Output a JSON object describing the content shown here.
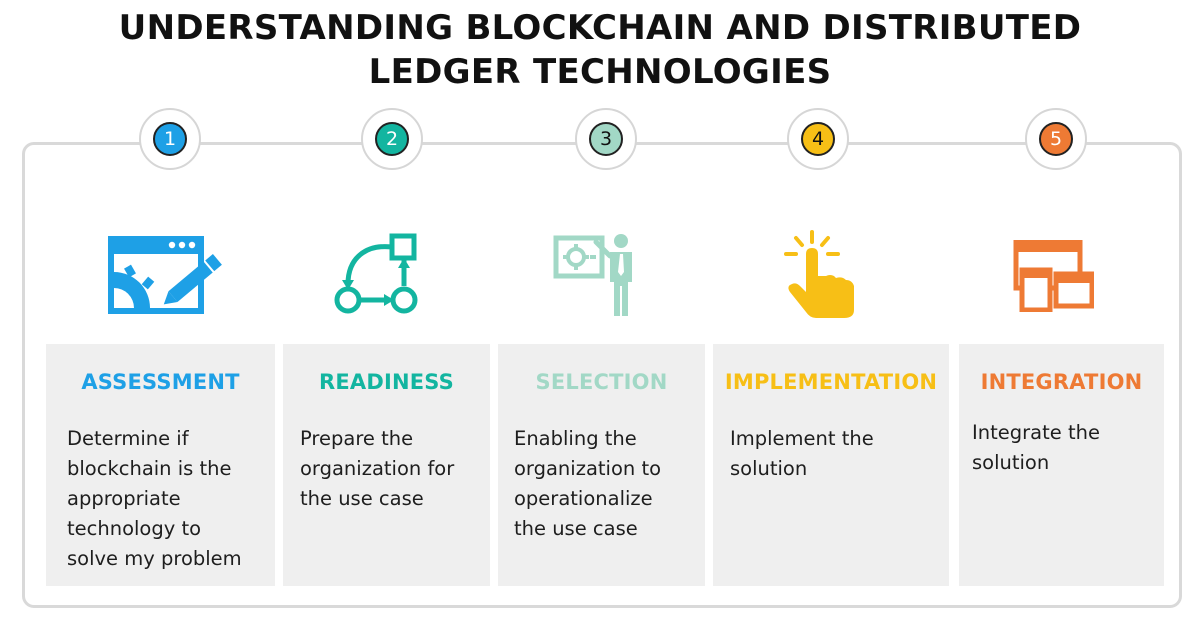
{
  "title_line1": "UNDERSTANDING BLOCKCHAIN AND DISTRIBUTED",
  "title_line2": "LEDGER TECHNOLOGIES",
  "colors": {
    "blue": "#1ea0e6",
    "teal": "#13b5a0",
    "mint": "#a2d8c6",
    "yellow": "#f7bf16",
    "orange": "#ee7a34",
    "card": "#efefef",
    "frame": "#d9d9d9"
  },
  "steps": [
    {
      "number": "1",
      "heading": "ASSESSMENT",
      "icon": "browser-settings-pencil-icon",
      "lines": [
        "Determine if",
        "blockchain is the",
        "appropriate",
        "technology to",
        "solve my problem"
      ]
    },
    {
      "number": "2",
      "heading": "READINESS",
      "icon": "workflow-diagram-icon",
      "lines": [
        "Prepare the",
        "organization for",
        "the use case"
      ]
    },
    {
      "number": "3",
      "heading": "SELECTION",
      "icon": "presenter-board-icon",
      "lines": [
        "Enabling the",
        "organization to",
        "operationalize",
        "the use case"
      ]
    },
    {
      "number": "4",
      "heading": "IMPLEMENTATION",
      "icon": "tap-hand-icon",
      "lines": [
        "Implement the",
        "solution"
      ]
    },
    {
      "number": "5",
      "heading": "INTEGRATION",
      "icon": "multi-device-icon",
      "lines": [
        "Integrate the",
        "solution"
      ]
    }
  ]
}
